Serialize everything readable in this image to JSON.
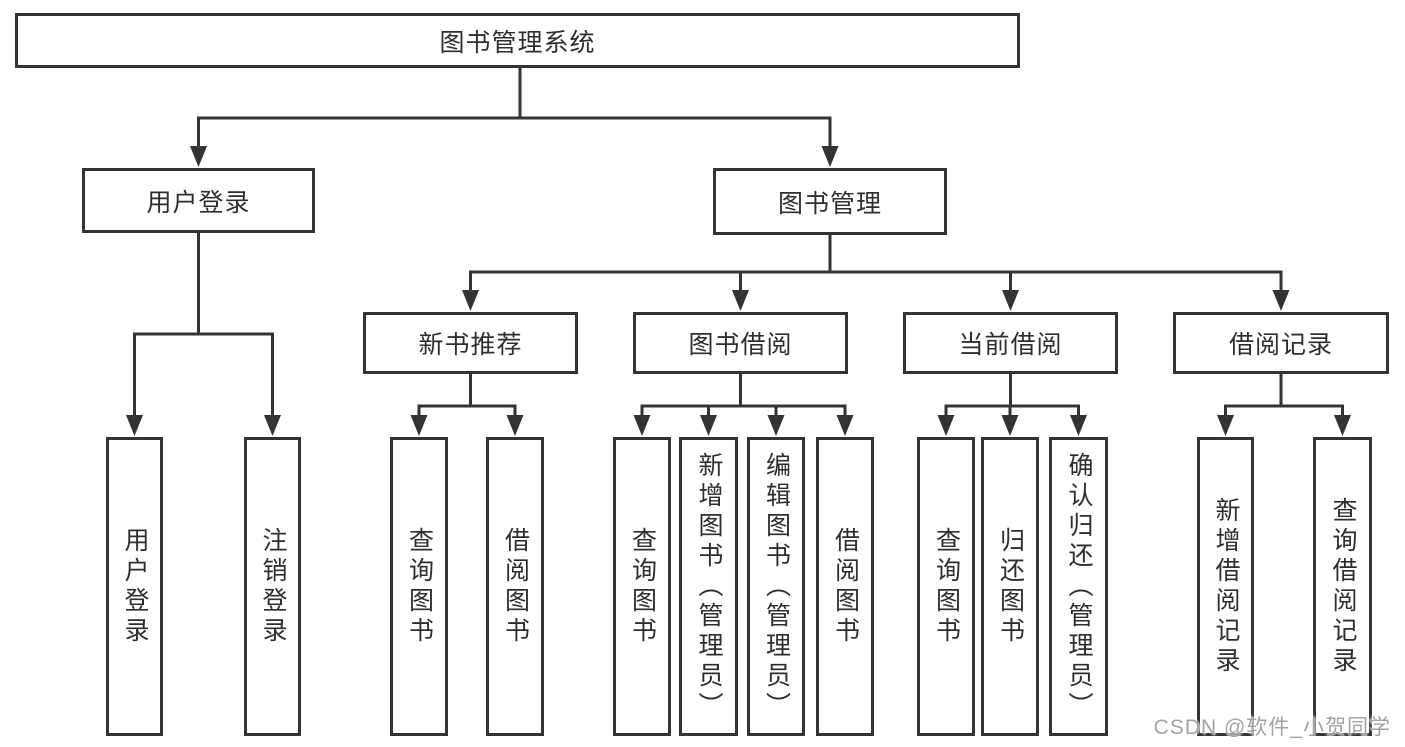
{
  "tree": {
    "label": "图书管理系统",
    "children": [
      {
        "label": "用户登录",
        "children": [
          {
            "label": "用户登录"
          },
          {
            "label": "注销登录"
          }
        ]
      },
      {
        "label": "图书管理",
        "children": [
          {
            "label": "新书推荐",
            "children": [
              {
                "label": "查询图书"
              },
              {
                "label": "借阅图书"
              }
            ]
          },
          {
            "label": "图书借阅",
            "children": [
              {
                "label": "查询图书"
              },
              {
                "label": "新增图书（管理员）"
              },
              {
                "label": "编辑图书（管理员）"
              },
              {
                "label": "借阅图书"
              }
            ]
          },
          {
            "label": "当前借阅",
            "children": [
              {
                "label": "查询图书"
              },
              {
                "label": "归还图书"
              },
              {
                "label": "确认归还（管理员）"
              }
            ]
          },
          {
            "label": "借阅记录",
            "children": [
              {
                "label": "新增借阅记录"
              },
              {
                "label": "查询借阅记录"
              }
            ]
          }
        ]
      }
    ]
  },
  "watermark": "CSDN @软件_小贺同学",
  "colors": {
    "line": "#333333",
    "box_border": "#333333",
    "text": "#2e2e2e",
    "background": "#ffffff",
    "watermark": "#a3a3a3"
  }
}
